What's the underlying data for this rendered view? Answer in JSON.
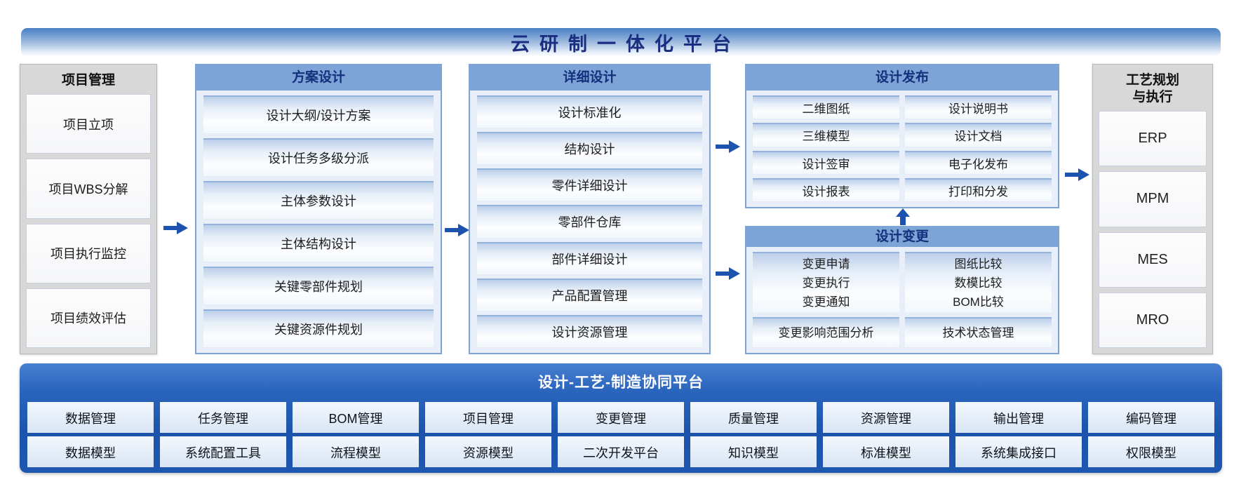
{
  "title": "云研制一体化平台",
  "project": {
    "header": "项目管理",
    "items": [
      "项目立项",
      "项目WBS分解",
      "项目执行监控",
      "项目绩效评估"
    ]
  },
  "scheme": {
    "header": "方案设计",
    "items": [
      "设计大纲/设计方案",
      "设计任务多级分派",
      "主体参数设计",
      "主体结构设计",
      "关键零部件规划",
      "关键资源件规划"
    ]
  },
  "detail": {
    "header": "详细设计",
    "items": [
      "设计标准化",
      "结构设计",
      "零件详细设计",
      "零部件仓库",
      "部件详细设计",
      "产品配置管理",
      "设计资源管理"
    ]
  },
  "publish": {
    "header": "设计发布",
    "rows": [
      [
        "二维图纸",
        "设计说明书"
      ],
      [
        "三维模型",
        "设计文档"
      ],
      [
        "设计签审",
        "电子化发布"
      ],
      [
        "设计报表",
        "打印和分发"
      ]
    ]
  },
  "change": {
    "header": "设计变更",
    "left_lines": [
      "变更申请",
      "变更执行",
      "变更通知"
    ],
    "right_lines": [
      "图纸比较",
      "数模比较",
      "BOM比较"
    ],
    "bottom_left": "变更影响范围分析",
    "bottom_right": "技术状态管理"
  },
  "process": {
    "header_line1": "工艺规划",
    "header_line2": "与执行",
    "items": [
      "ERP",
      "MPM",
      "MES",
      "MRO"
    ]
  },
  "collab": {
    "banner": "设计-工艺-制造协同平台",
    "row1": [
      "数据管理",
      "任务管理",
      "BOM管理",
      "项目管理",
      "变更管理",
      "质量管理",
      "资源管理",
      "输出管理",
      "编码管理"
    ],
    "row2": [
      "数据模型",
      "系统配置工具",
      "流程模型",
      "资源模型",
      "二次开发平台",
      "知识模型",
      "标准模型",
      "系统集成接口",
      "权限模型"
    ]
  },
  "icons": {
    "flow-right-arrow": "➡",
    "flow-up-arrow": "⬆"
  },
  "colors": {
    "section_header_blue": "#7da4d6",
    "navy_text": "#13307c",
    "arrow_blue": "#1b53ae",
    "collab_bar_blue": "#1c54ac",
    "gray_panel": "#d8d8d8"
  }
}
